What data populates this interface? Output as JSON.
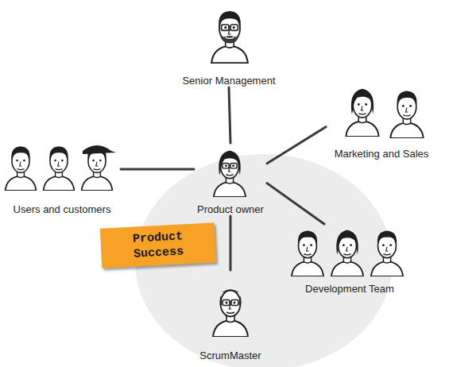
{
  "diagram": {
    "nodes": [
      {
        "text": [
          "Senior Management"
        ]
      },
      {
        "text": [
          "Marketing and Sales"
        ]
      },
      {
        "text": [
          "Users and customers"
        ]
      },
      {
        "text": [
          "Product owner"
        ]
      },
      {
        "text": [
          "Product Success"
        ]
      },
      {
        "text": [
          "Development Team"
        ]
      },
      {
        "text": [
          "ScrumMaster"
        ]
      }
    ],
    "edges": [
      {
        "from": 3,
        "to": 0,
        "arrow": "none"
      },
      {
        "from": 3,
        "to": 1,
        "arrow": "none"
      },
      {
        "from": 3,
        "to": 2,
        "arrow": "none"
      },
      {
        "from": 3,
        "to": 5,
        "arrow": "none"
      },
      {
        "from": 3,
        "to": 6,
        "arrow": "none"
      }
    ]
  }
}
